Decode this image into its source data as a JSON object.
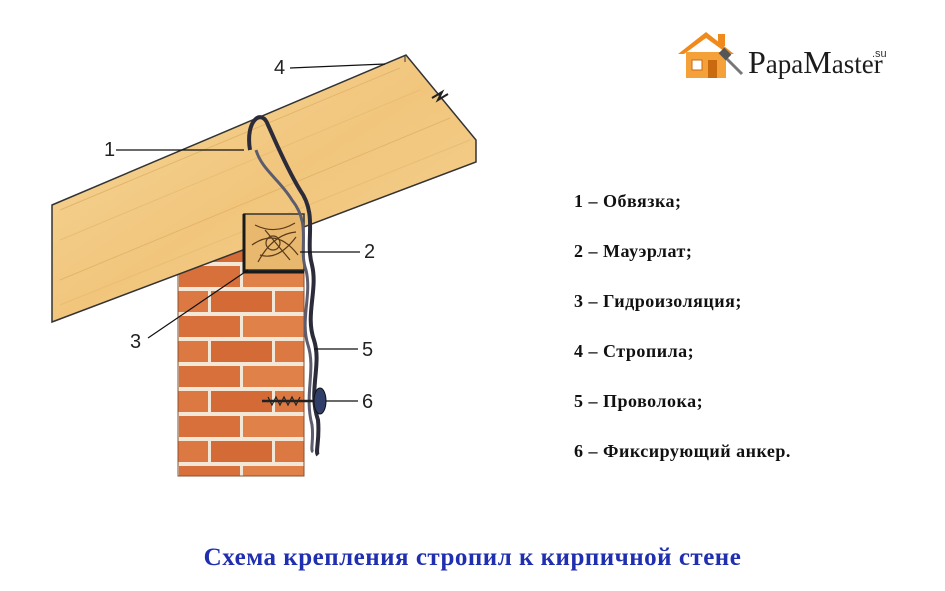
{
  "logo": {
    "brand_p": "P",
    "brand_a": "apa",
    "brand_m": "M",
    "brand_b": "aster",
    "suffix": ".su"
  },
  "callouts": [
    "1",
    "2",
    "3",
    "4",
    "5",
    "6"
  ],
  "legend": [
    "1 – Обвязка;",
    "2 – Мауэрлат;",
    "3 – Гидроизоляция;",
    "4 – Стропила;",
    "5 – Проволока;",
    "6 – Фиксирующий анкер."
  ],
  "caption": "Схема крепления стропил к кирпичной стене",
  "colors": {
    "caption": "#1f2fb0",
    "wood": "#f3cf8a",
    "brick": "#d9703a",
    "logo_orange": "#f08a1c"
  }
}
